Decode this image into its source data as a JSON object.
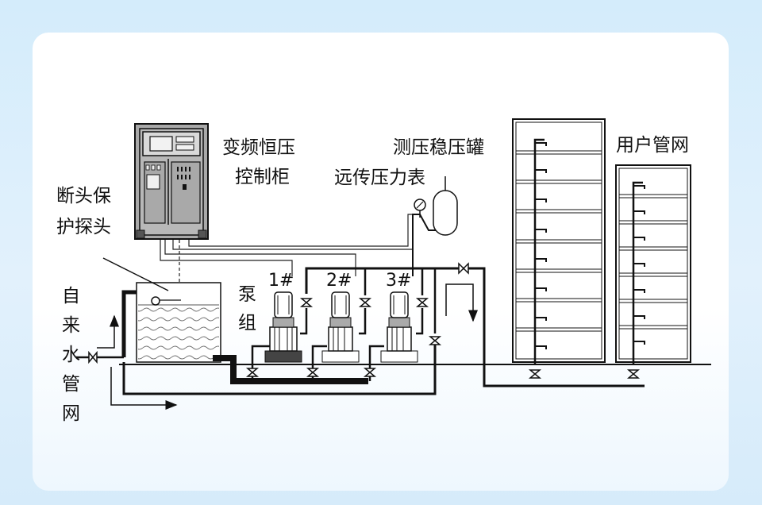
{
  "labels": {
    "cabinet_line1": "变频恒压",
    "cabinet_line2": "控制柜",
    "probe_line1": "断头保",
    "probe_line2": "护探头",
    "tank": "测压稳压罐",
    "gauge": "远传压力表",
    "network": "用户管网",
    "pump_group_1": "泵",
    "pump_group_2": "组",
    "tap_water": [
      "自",
      "来",
      "水",
      "管",
      "网"
    ]
  },
  "pumps": [
    "1#",
    "2#",
    "3#"
  ],
  "colors": {
    "background": "#d4ecfb",
    "card": "#ffffff",
    "line": "#111111",
    "cabinet": "#a9a9a9",
    "screen": "#dcdcdc"
  }
}
